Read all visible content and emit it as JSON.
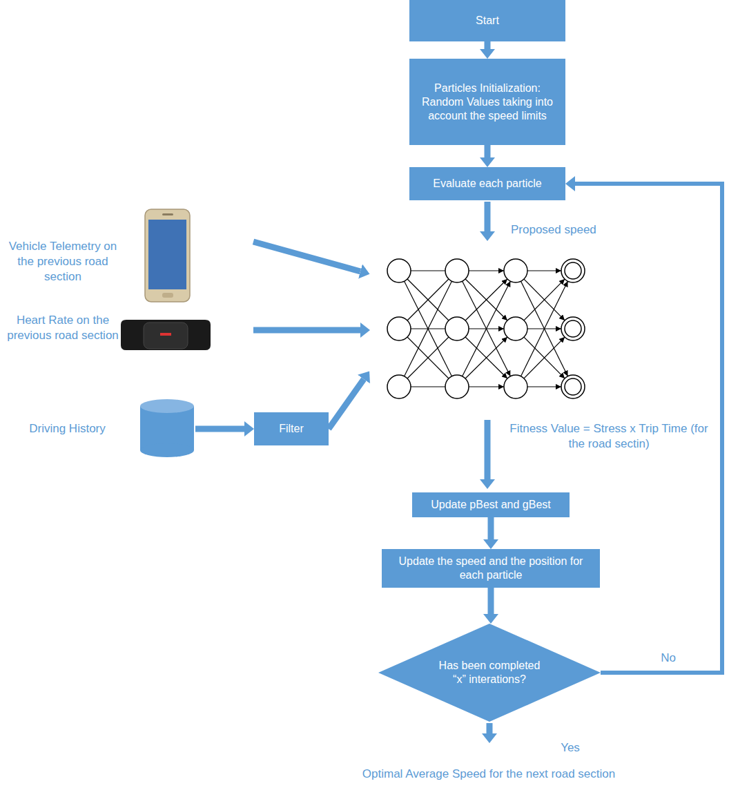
{
  "diagram": {
    "nodes": [
      {
        "text": [
          "Start"
        ]
      },
      {
        "text": [
          "Particles Initialization: Random Values taking into account the speed limits"
        ]
      },
      {
        "text": [
          "Evaluate each particle"
        ]
      },
      {
        "text": [
          "Filter"
        ]
      },
      {
        "text": [
          "Update pBest and gBest"
        ]
      },
      {
        "text": [
          "Update the speed and the position for each particle"
        ]
      },
      {
        "text": [
          "Has been completed “x” interations?"
        ]
      }
    ],
    "edges": [
      {
        "from": 0,
        "to": 1,
        "arrow": "to"
      },
      {
        "from": 1,
        "to": 2,
        "arrow": "to"
      },
      {
        "from": 4,
        "to": 5,
        "arrow": "to"
      },
      {
        "from": 5,
        "to": 6,
        "arrow": "to"
      },
      {
        "from": 6,
        "to": 2,
        "label": "No",
        "arrow": "to"
      }
    ],
    "labels": [
      "Proposed speed",
      "Vehicle Telemetry on the previous road section",
      "Heart Rate on the previous road section",
      "Driving History",
      "Fitness Value = Stress x Trip Time (for the road sectin)",
      "Yes",
      "Optimal Average Speed for the next road section"
    ]
  }
}
